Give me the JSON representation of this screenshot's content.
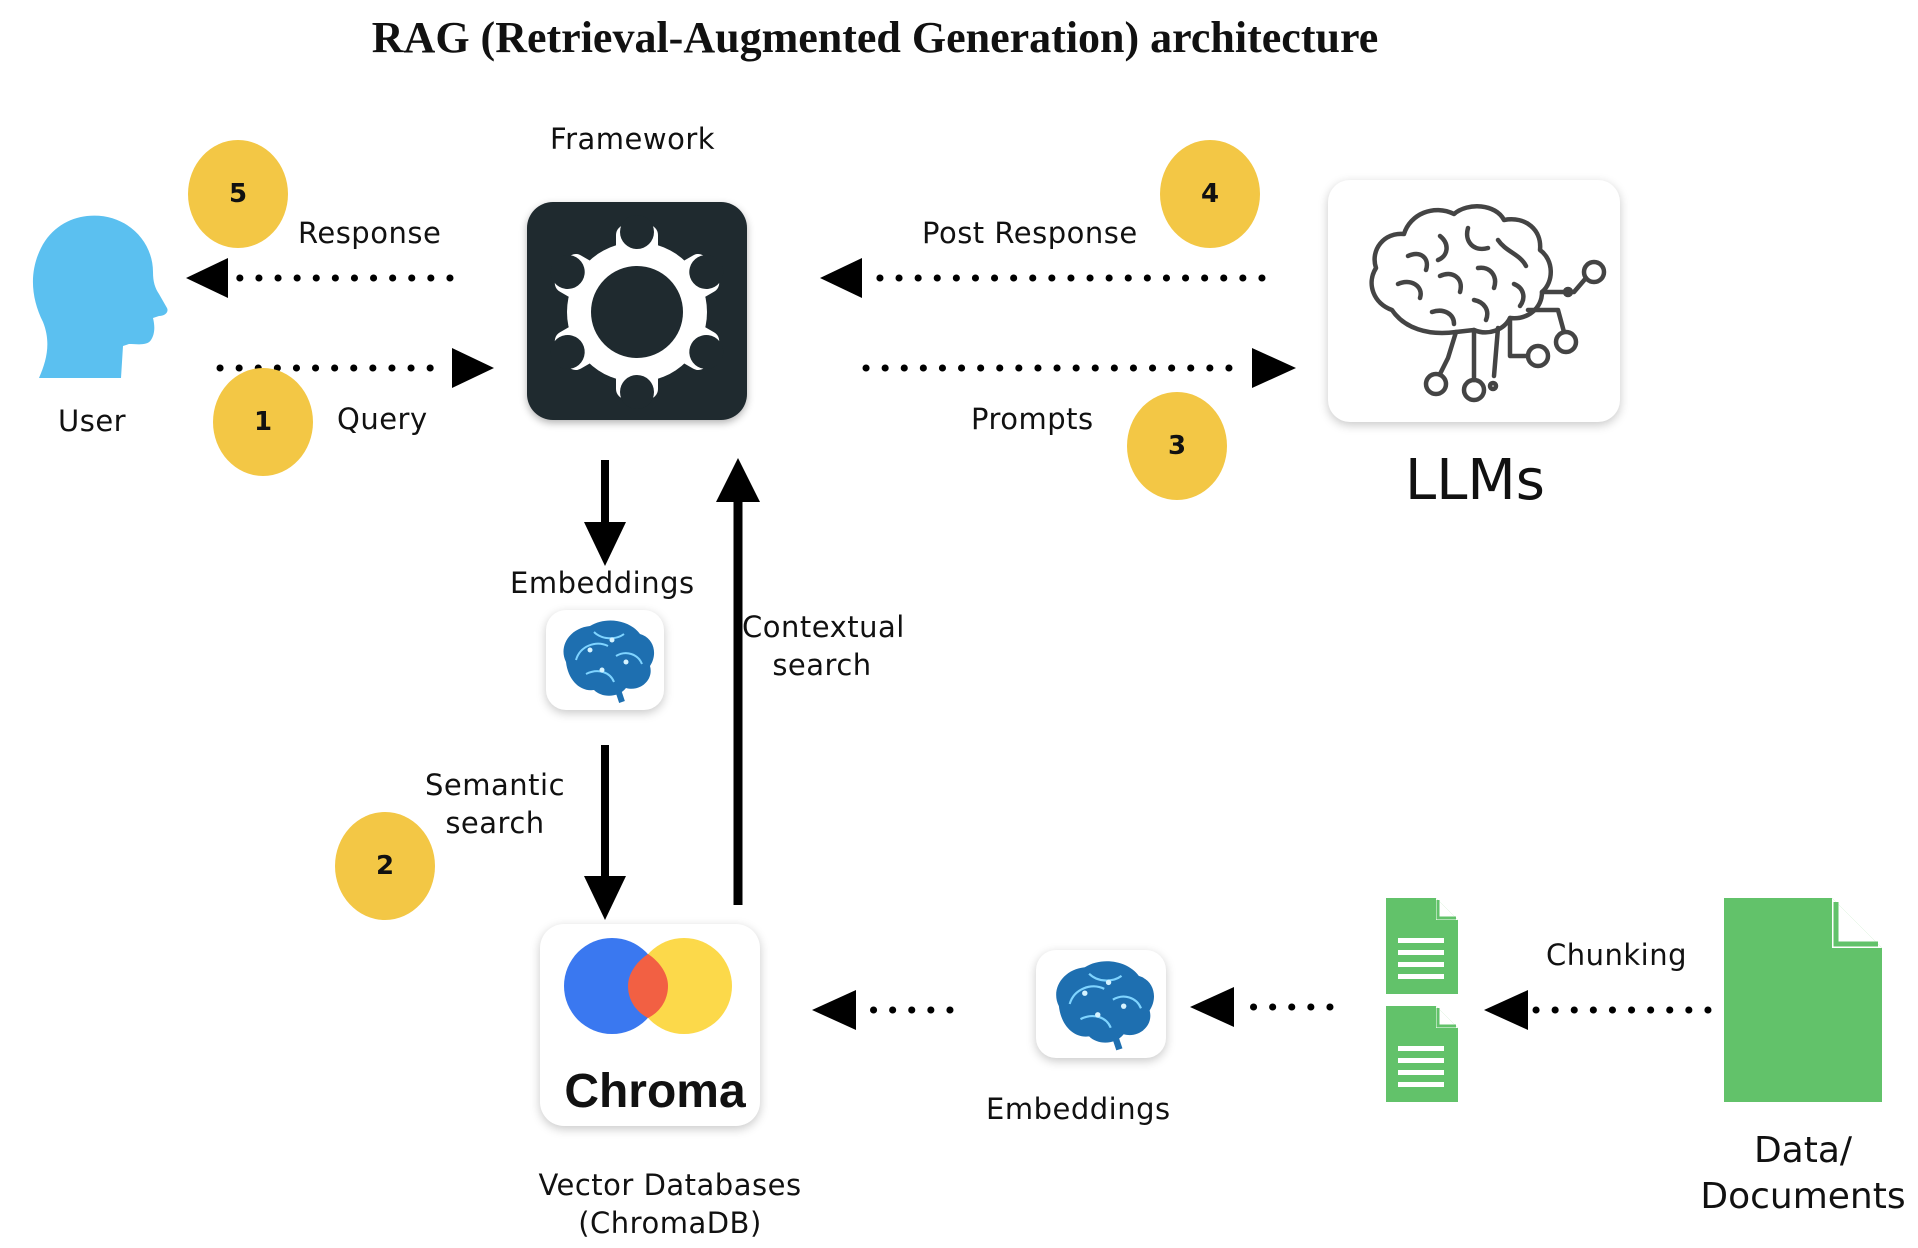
{
  "title": "RAG (Retrieval-Augmented Generation) architecture",
  "nodes": {
    "user": "User",
    "framework": "Framework",
    "llms": "LLMs",
    "embeddings_top": "Embeddings",
    "chroma_logo_text": "Chroma",
    "vector_db_line1": "Vector Databases",
    "vector_db_line2": "(ChromaDB)",
    "embeddings_bottom": "Embeddings",
    "documents_line1": "Data/",
    "documents_line2": "Documents"
  },
  "edges": {
    "response": "Response",
    "query": "Query",
    "post_response": "Post Response",
    "prompts": "Prompts",
    "contextual_search_line1": "Contextual",
    "contextual_search_line2": "search",
    "semantic_search_line1": "Semantic",
    "semantic_search_line2": "search",
    "chunking": "Chunking"
  },
  "steps": {
    "s1": "1",
    "s2": "2",
    "s3": "3",
    "s4": "4",
    "s5": "5"
  },
  "colors": {
    "badge": "#f3c745",
    "user_head": "#5bc0f0",
    "framework_bg": "#1f2a2f",
    "document_green": "#62c26a",
    "chroma_blue": "#3a78f0",
    "chroma_red": "#f26043",
    "chroma_yellow": "#fcd94a"
  }
}
